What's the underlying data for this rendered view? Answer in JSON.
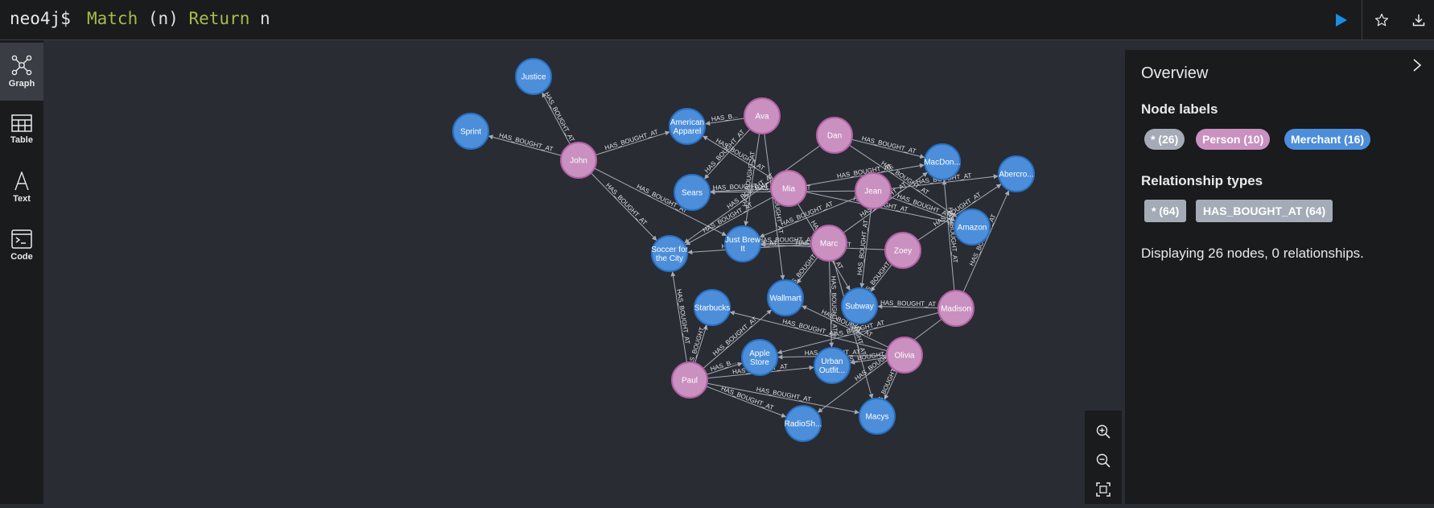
{
  "editor": {
    "prompt": "neo4j$",
    "keyword_match": "Match",
    "pattern_open": "(",
    "pattern_var": "n",
    "pattern_close": ")",
    "keyword_return": "Return",
    "return_var": "n"
  },
  "toolbar": {
    "run_icon": "play-icon",
    "favorite_icon": "star-icon",
    "download_icon": "download-icon"
  },
  "sidebar": {
    "items": [
      {
        "label": "Graph",
        "icon": "graph-icon",
        "active": true
      },
      {
        "label": "Table",
        "icon": "table-icon",
        "active": false
      },
      {
        "label": "Text",
        "icon": "text-icon",
        "active": false
      },
      {
        "label": "Code",
        "icon": "code-icon",
        "active": false
      }
    ]
  },
  "overview": {
    "title": "Overview",
    "node_labels_heading": "Node labels",
    "node_labels": [
      {
        "text": "* (26)",
        "color": "#a5abb6"
      },
      {
        "text": "Person (10)",
        "color": "#c990c0"
      },
      {
        "text": "Merchant (16)",
        "color": "#4c8eda"
      }
    ],
    "relationship_types_heading": "Relationship types",
    "relationship_types": [
      {
        "text": "* (64)"
      },
      {
        "text": "HAS_BOUGHT_AT (64)"
      }
    ],
    "status": "Displaying 26 nodes, 0 relationships."
  },
  "colors": {
    "person": "#c990c0",
    "merchant": "#4c8eda",
    "run": "#1a8ee6"
  },
  "graph": {
    "nodes": [
      {
        "id": "justice",
        "label": "Justice",
        "type": "merchant"
      },
      {
        "id": "sprint",
        "label": "Sprint",
        "type": "merchant"
      },
      {
        "id": "american",
        "label": "American Apparel",
        "type": "merchant"
      },
      {
        "id": "sears",
        "label": "Sears",
        "type": "merchant"
      },
      {
        "id": "macdon",
        "label": "MacDon...",
        "type": "merchant"
      },
      {
        "id": "abercro",
        "label": "Abercro...",
        "type": "merchant"
      },
      {
        "id": "amazon",
        "label": "Amazon",
        "type": "merchant"
      },
      {
        "id": "soccer",
        "label": "Soccer for the City",
        "type": "merchant"
      },
      {
        "id": "justbrew",
        "label": "Just Brew It",
        "type": "merchant"
      },
      {
        "id": "wallmart",
        "label": "Wallmart",
        "type": "merchant"
      },
      {
        "id": "subway",
        "label": "Subway",
        "type": "merchant"
      },
      {
        "id": "starbucks",
        "label": "Starbucks",
        "type": "merchant"
      },
      {
        "id": "apple",
        "label": "Apple Store",
        "type": "merchant"
      },
      {
        "id": "urban",
        "label": "Urban Outfit...",
        "type": "merchant"
      },
      {
        "id": "radiosh",
        "label": "RadioSh...",
        "type": "merchant"
      },
      {
        "id": "macys",
        "label": "Macys",
        "type": "merchant"
      },
      {
        "id": "john",
        "label": "John",
        "type": "person"
      },
      {
        "id": "ava",
        "label": "Ava",
        "type": "person"
      },
      {
        "id": "dan",
        "label": "Dan",
        "type": "person"
      },
      {
        "id": "mia",
        "label": "Mia",
        "type": "person"
      },
      {
        "id": "jean",
        "label": "Jean",
        "type": "person"
      },
      {
        "id": "marc",
        "label": "Marc",
        "type": "person"
      },
      {
        "id": "zoey",
        "label": "Zoey",
        "type": "person"
      },
      {
        "id": "madison",
        "label": "Madison",
        "type": "person"
      },
      {
        "id": "olivia",
        "label": "Olivia",
        "type": "person"
      },
      {
        "id": "paul",
        "label": "Paul",
        "type": "person"
      }
    ],
    "edges": [
      {
        "from": "john",
        "to": "justice",
        "label": "HAS_BOUGHT_AT"
      },
      {
        "from": "john",
        "to": "sprint",
        "label": "HAS_BOUGHT_AT"
      },
      {
        "from": "john",
        "to": "american",
        "label": "HAS_BOUGHT_AT"
      },
      {
        "from": "john",
        "to": "soccer",
        "label": "HAS_BOUGHT_AT"
      },
      {
        "from": "john",
        "to": "justbrew",
        "label": "HAS_BOUGHT_AT"
      },
      {
        "from": "ava",
        "to": "american",
        "label": "HAS_B..."
      },
      {
        "from": "ava",
        "to": "sears",
        "label": "HAS_BOUGHT_AT"
      },
      {
        "from": "ava",
        "to": "wallmart",
        "label": "HAS_BOUGHT_AT"
      },
      {
        "from": "ava",
        "to": "justbrew",
        "label": "HAS_BOUGHT_AT"
      },
      {
        "from": "dan",
        "to": "macdon",
        "label": "HAS_BOUGHT_AT"
      },
      {
        "from": "dan",
        "to": "amazon",
        "label": "HAS_BOUGHT_AT"
      },
      {
        "from": "dan",
        "to": "soccer",
        "label": "HAS_BOUGHT_AT"
      },
      {
        "from": "mia",
        "to": "american",
        "label": "HAS_BOUGHT_AT"
      },
      {
        "from": "mia",
        "to": "sears",
        "label": "HAS_BOUGHT_AT"
      },
      {
        "from": "mia",
        "to": "macdon",
        "label": "HAS_BOUGHT_AT"
      },
      {
        "from": "mia",
        "to": "amazon",
        "label": "HAS_BOUGHT_AT"
      },
      {
        "from": "mia",
        "to": "soccer",
        "label": "HAS_BOUGHT_AT"
      },
      {
        "from": "mia",
        "to": "subway",
        "label": "HAS_BOUGHT_AT"
      },
      {
        "from": "jean",
        "to": "abercro",
        "label": "HAS_BOUGHT_AT"
      },
      {
        "from": "jean",
        "to": "amazon",
        "label": "HAS_BOUGHT_AT"
      },
      {
        "from": "jean",
        "to": "justbrew",
        "label": "HAS_BOUGHT_AT"
      },
      {
        "from": "jean",
        "to": "subway",
        "label": "HAS_BOUGHT_AT"
      },
      {
        "from": "jean",
        "to": "sears",
        "label": "HAS_BOUGHT_AT"
      },
      {
        "from": "marc",
        "to": "justbrew",
        "label": "HAS_BOUGHT_AT"
      },
      {
        "from": "marc",
        "to": "macdon",
        "label": "HAS_BOUGHT_AT"
      },
      {
        "from": "marc",
        "to": "wallmart",
        "label": "HAS_BOUGHT_AT"
      },
      {
        "from": "marc",
        "to": "urban",
        "label": "HAS_BOUGHT_AT"
      },
      {
        "from": "marc",
        "to": "macys",
        "label": "HAS_BOUGHT_AT"
      },
      {
        "from": "marc",
        "to": "soccer",
        "label": "HAS_BOUGHT_AT"
      },
      {
        "from": "zoey",
        "to": "abercro",
        "label": "HAS_BOUGHT_AT"
      },
      {
        "from": "zoey",
        "to": "subway",
        "label": "HAS_BOUGHT_AT"
      },
      {
        "from": "zoey",
        "to": "justbrew",
        "label": "HAS_BOUGHT_AT"
      },
      {
        "from": "madison",
        "to": "abercro",
        "label": "HAS_BOUGHT_AT"
      },
      {
        "from": "madison",
        "to": "macdon",
        "label": "HAS_BOUGHT_AT"
      },
      {
        "from": "madison",
        "to": "subway",
        "label": "HAS_BOUGHT_AT"
      },
      {
        "from": "madison",
        "to": "apple",
        "label": "HAS_BOUGHT_AT"
      },
      {
        "from": "madison",
        "to": "radiosh",
        "label": "HAS_BOUGHT_AT"
      },
      {
        "from": "olivia",
        "to": "urban",
        "label": "HAS_BOUGHT_AT"
      },
      {
        "from": "olivia",
        "to": "apple",
        "label": "HAS_BOUGHT_AT"
      },
      {
        "from": "olivia",
        "to": "macys",
        "label": "HAS_BOUGHT_AT"
      },
      {
        "from": "olivia",
        "to": "wallmart",
        "label": "HAS_BOUGHT_AT"
      },
      {
        "from": "olivia",
        "to": "starbucks",
        "label": "HAS_BOUGHT_AT"
      },
      {
        "from": "paul",
        "to": "starbucks",
        "label": "HAS_BOUGHT_AT"
      },
      {
        "from": "paul",
        "to": "apple",
        "label": "HAS_B..."
      },
      {
        "from": "paul",
        "to": "urban",
        "label": "HAS_BOUGHT_AT"
      },
      {
        "from": "paul",
        "to": "radiosh",
        "label": "HAS_BOUGHT_AT"
      },
      {
        "from": "paul",
        "to": "macys",
        "label": "HAS_BOUGHT_AT"
      },
      {
        "from": "paul",
        "to": "soccer",
        "label": "HAS_BOUGHT_AT"
      },
      {
        "from": "paul",
        "to": "wallmart",
        "label": "HAS_BOUGHT_AT"
      }
    ]
  }
}
